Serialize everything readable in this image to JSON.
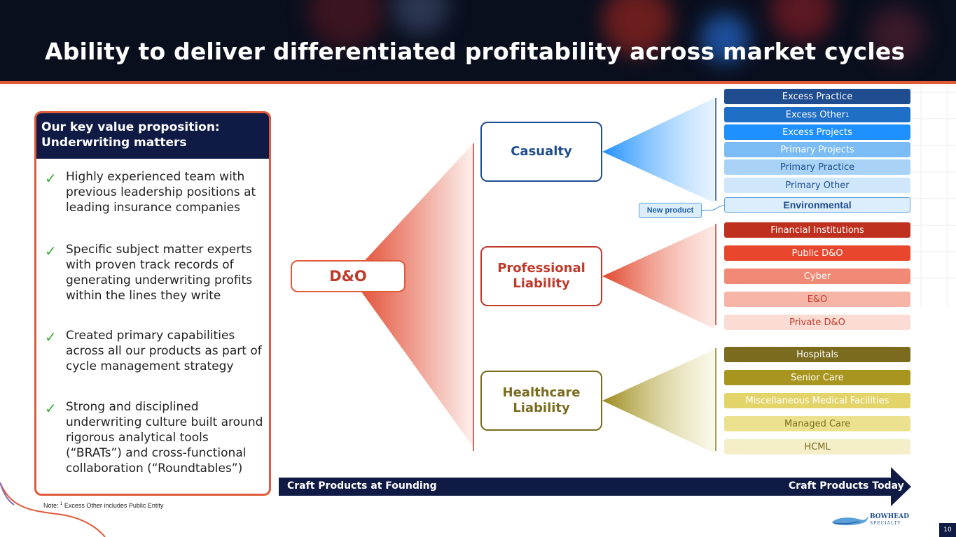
{
  "title": "Ability to deliver differentiated profitability across market cycles",
  "value_prop": {
    "heading": "Our key value proposition: Underwriting matters",
    "items": [
      "Highly experienced team with previous leadership positions at leading insurance companies",
      "Specific subject matter experts with proven track records of generating underwriting profits within the lines they write",
      "Created primary capabilities across all our products as part of cycle management strategy",
      "Strong and disciplined underwriting culture built around rigorous analytical tools (“BRATs”) and cross-functional collaboration (“Roundtables”)"
    ]
  },
  "note": {
    "prefix": "Note: ",
    "sup": "1",
    "text": " Excess Other includes Public Entity"
  },
  "root_label": "D&O",
  "categories": [
    {
      "label": "Casualty",
      "color": "#1f4d8f"
    },
    {
      "label": "Professional Liability",
      "color": "#c0392b"
    },
    {
      "label": "Healthcare Liability",
      "color": "#7a6b1e"
    }
  ],
  "products": {
    "casualty": [
      "Excess Practice",
      "Excess Other",
      "Excess Projects",
      "Primary Projects",
      "Primary Practice",
      "Primary Other",
      "Environmental"
    ],
    "casualty_sup": "1",
    "professional": [
      "Financial Institutions",
      "Public D&O",
      "Cyber",
      "E&O",
      "Private D&O"
    ],
    "healthcare": [
      "Hospitals",
      "Senior Care",
      "Miscellaneous Medical Facilities",
      "Managed Care",
      "HCML"
    ]
  },
  "new_product_label": "New product",
  "arrow": {
    "left_label": "Craft Products at Founding",
    "right_label": "Craft Products Today"
  },
  "logo": {
    "name": "BOWHEAD",
    "sub": "SPECIALTY"
  },
  "page_number": "10",
  "colors": {
    "navy": "#0f1b45",
    "accent_red": "#e05a3a",
    "check_green": "#3aaa35",
    "casualty_blue": "#1f4d8f",
    "professional_red": "#c0392b",
    "healthcare_olive": "#7a6b1e"
  }
}
